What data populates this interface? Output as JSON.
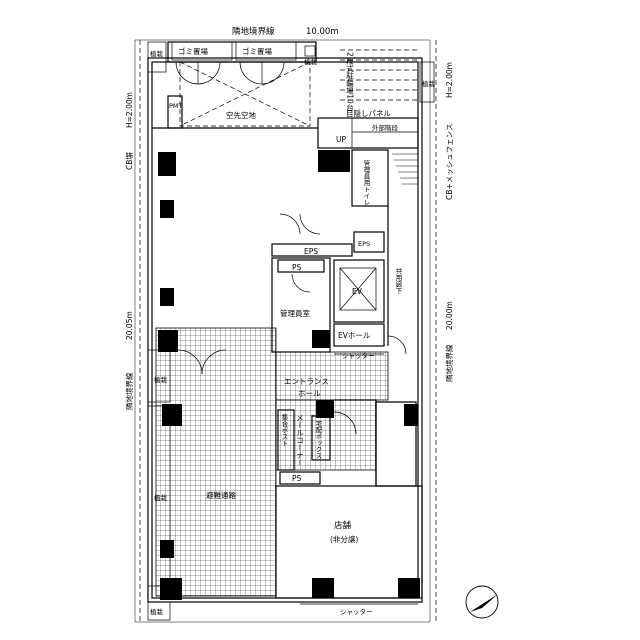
{
  "labels": {
    "road_boundary_top": "隣地境界線",
    "top_dimension": "10.00m",
    "cb_wall_left": "CB塀",
    "cb_wall_left_height": "H=2.00m",
    "left_dimension": "20.05m",
    "left_boundary": "隣地境界線",
    "right_fence": "CB+メッシュフェンス",
    "right_fence_height": "H=2.00m",
    "right_dimension": "20.00m",
    "right_boundary": "隣地境界線",
    "planting": "植栽",
    "garbage_1": "ゴミ置場",
    "garbage_2": "ゴミ置場",
    "parking": "2段式駐輪場10台",
    "pmt": "PMT",
    "empty_lot": "空先空地",
    "panel": "目隠しパネル",
    "up": "UP",
    "outdoor_stair": "外部階段",
    "mgmt_toilet": "管理員用トイレ",
    "eps_1": "EPS",
    "eps_2": "EPS",
    "ps_1": "PS",
    "ps_2": "PS",
    "ev": "EV",
    "common_corridor": "共用廊下",
    "mgmt_room": "管理員室",
    "ev_hall": "EVホール",
    "shutter_1": "シャッター",
    "shutter_2": "シャッター",
    "entrance_hall_1": "エントランス",
    "entrance_hall_2": "ホール",
    "mail_corner": "メールコーナー",
    "delivery_box": "宅配ボックス",
    "mailbox": "集合ポスト",
    "evacuation": "避難通路",
    "shop": "店舗",
    "shop_note": "(非分譲)"
  }
}
